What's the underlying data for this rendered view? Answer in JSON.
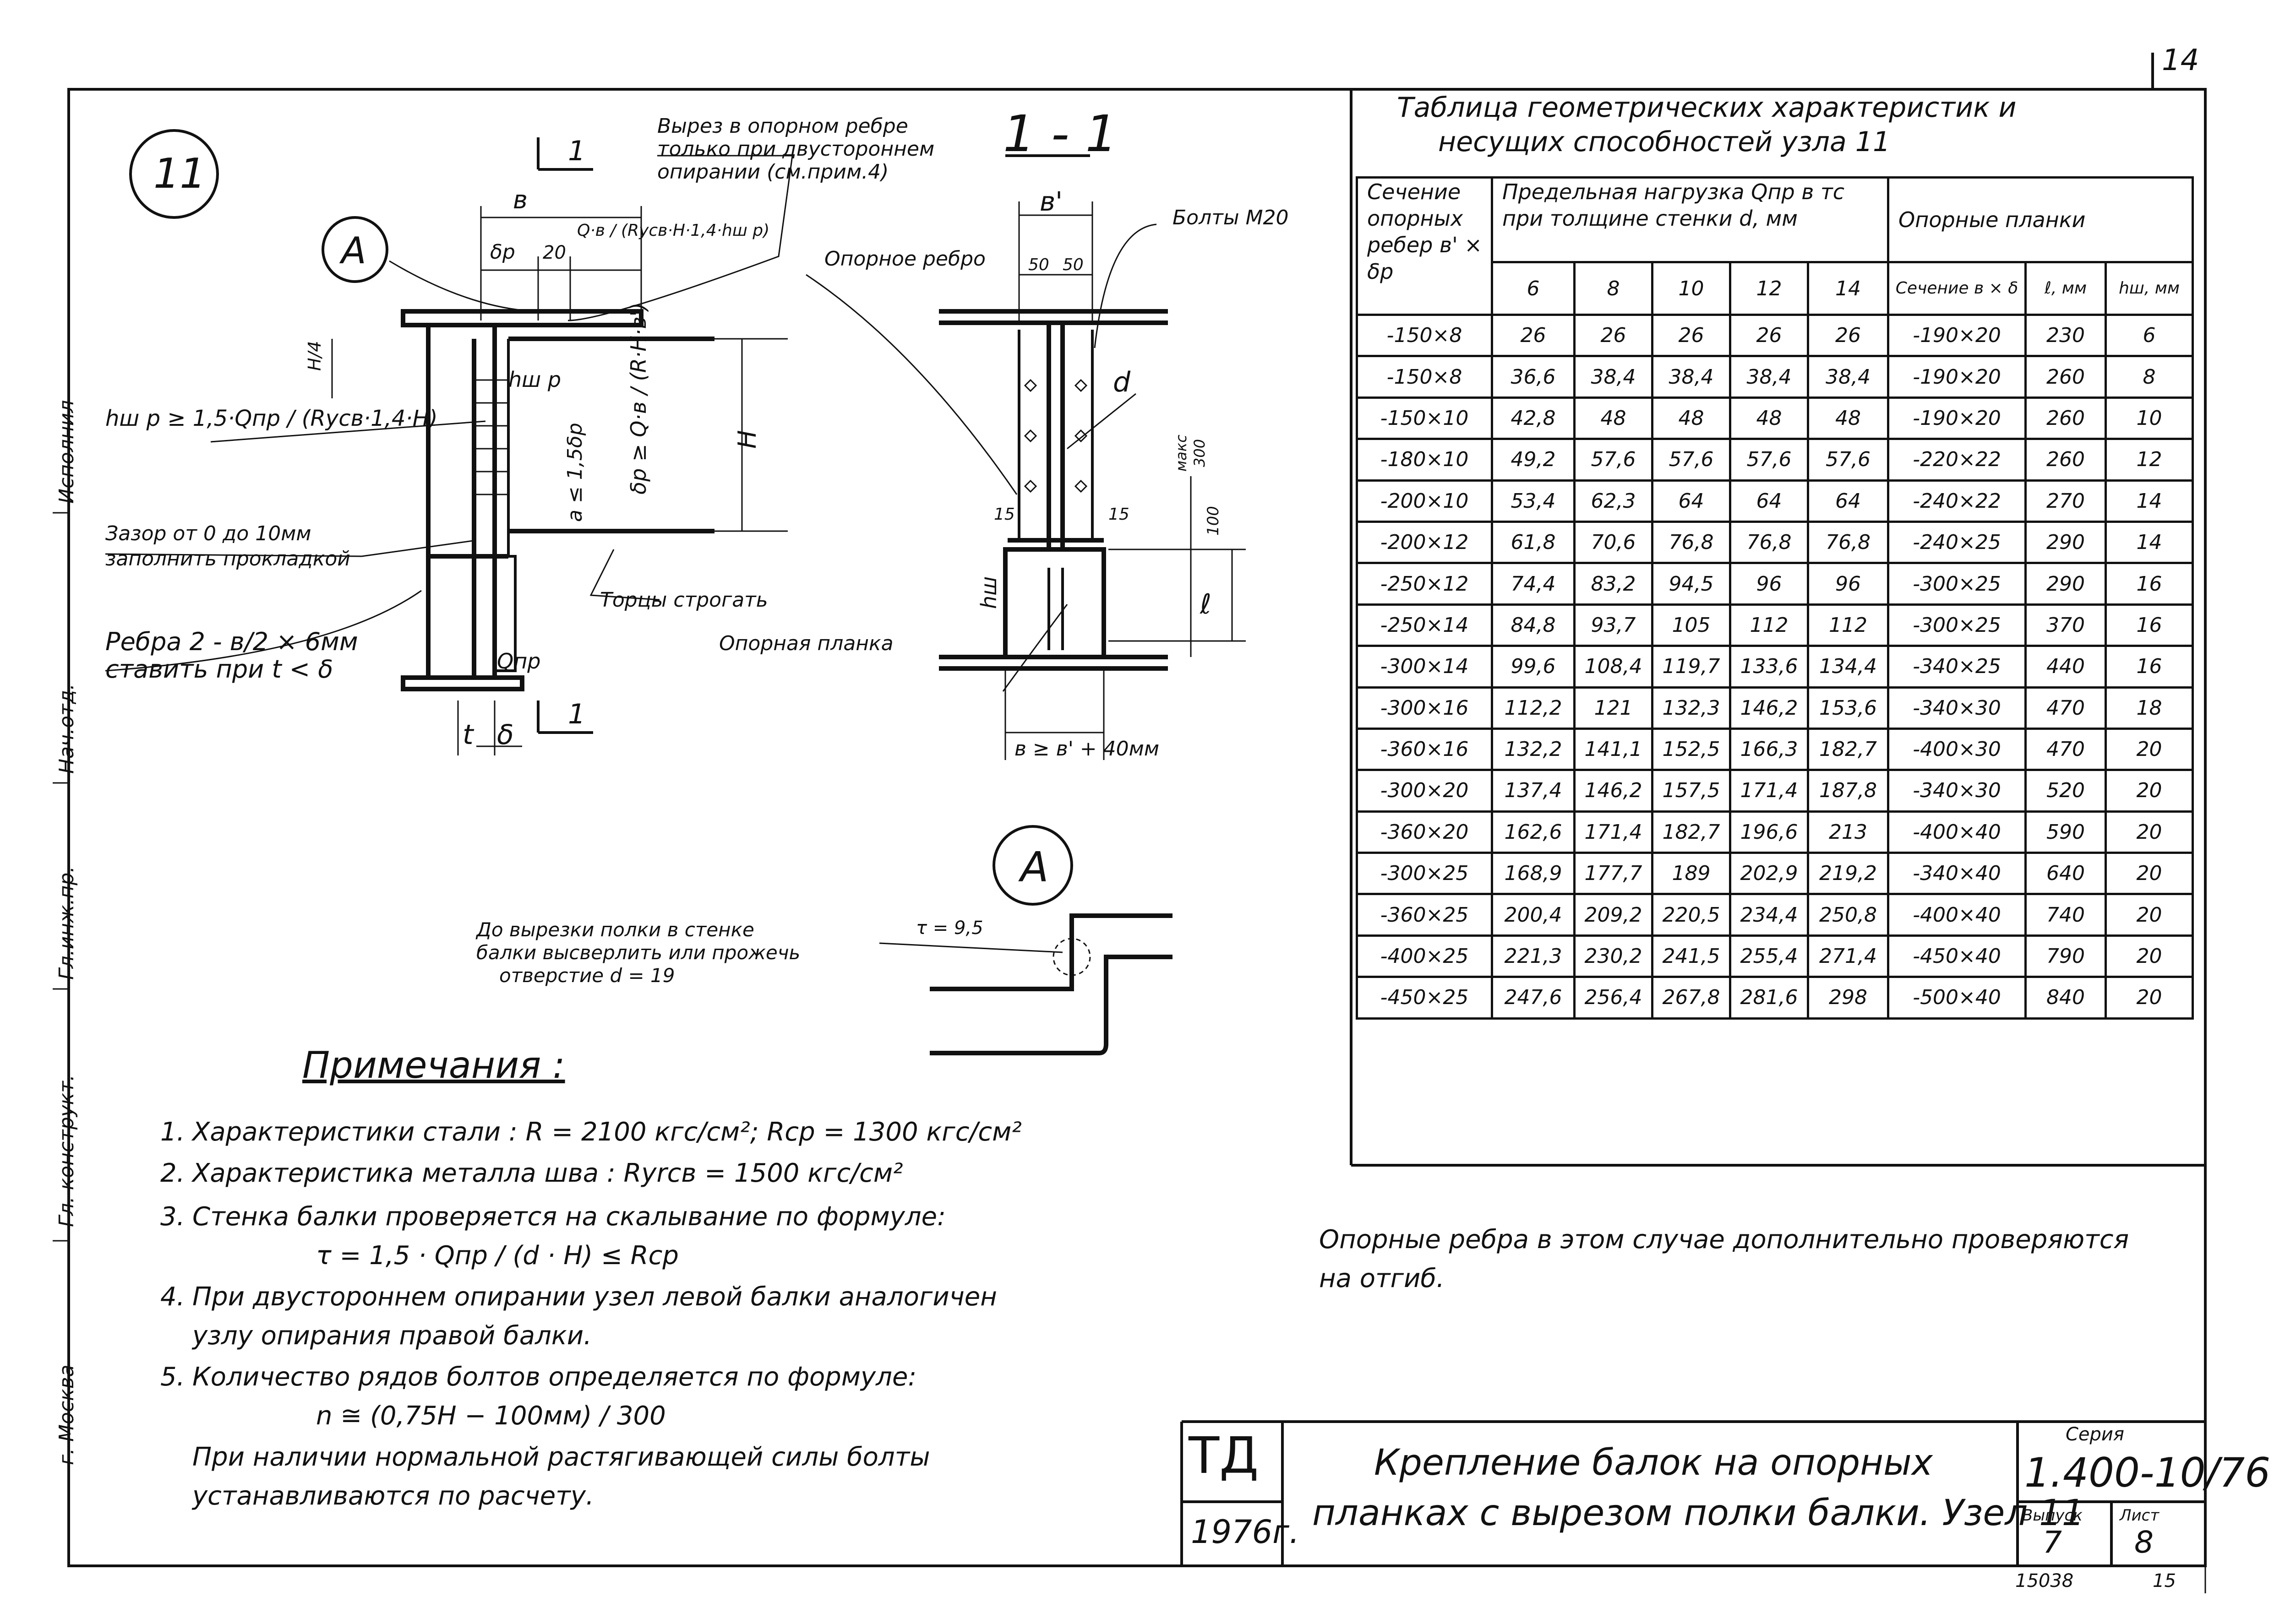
{
  "page_number": "14",
  "margin_labels": [
    "г. Москва",
    "Гл. конструкт.",
    "Гл.инж.пр.",
    "Нач.отд.",
    "Исполнил"
  ],
  "detail": {
    "node_label": "11",
    "callout_a": "А",
    "section_title": "1 - 1",
    "section_marker": "1",
    "callouts": {
      "cutout": [
        "Вырез в опорном ребре",
        "только при двустороннем",
        "опирании (см.прим.4)"
      ],
      "bolts": "Болты М20",
      "support_rib": "Опорное ребро",
      "gap": [
        "Зазор от 0 до 10мм",
        "заполнить прокладкой"
      ],
      "ends": "Торцы строгать",
      "ribs": [
        "Ребра 2 - в/2 × 6мм",
        "ставить при t < δ"
      ],
      "plate": "Опорная планка",
      "drill": [
        "До вырезки полки в стенке",
        "балки высверлить или прожечь",
        "отверстие d = 19"
      ]
    },
    "dims": {
      "b": "в",
      "b_prime": "в'",
      "delta_p": "δр",
      "d20": "20",
      "d50a": "50",
      "d50b": "50",
      "H": "Н",
      "H4": "Н/4",
      "d": "d",
      "hw": "hш",
      "hw_p": "hш р",
      "maks": "макс",
      "d300": "300",
      "d100": "100",
      "l": "ℓ",
      "t": "t",
      "delta": "δ",
      "d15a": "15",
      "d15b": "15",
      "a_le": "a ≤ 1,5δр",
      "bottom": "в ≥ в' + 40мм",
      "Qnp": "Qпр",
      "tau": "τ = 9,5"
    },
    "formulas": {
      "hw_left": "hш р ≥ 1,5·Qпр / (Ryсв·1,4·H)",
      "qb_top": "Q·в / (Ryсв·H·1,4·hш р)",
      "delta_p": "δр ≥ Q·в / (R·H·в')"
    }
  },
  "notes": {
    "title": "Примечания :",
    "items": [
      {
        "num": "1.",
        "text": "Характеристики   стали :  R = 2100 кгс/см²;  Rср = 1300 кгс/см²"
      },
      {
        "num": "2.",
        "text": "Характеристика   металла   шва :  Ryrсв = 1500 кгс/см²"
      },
      {
        "num": "3.",
        "text": "Стенка   балки   проверяется   на   скалывание   по формуле:"
      },
      {
        "num": "",
        "text": "τ = 1,5 · Qпр / (d · H) ≤ Rср"
      },
      {
        "num": "4.",
        "text": "При двустороннем опирании  узел  левой  балки  аналогичен"
      },
      {
        "num": "",
        "text": "узлу  опирания   правой  балки."
      },
      {
        "num": "5.",
        "text": "Количество  рядов  болтов  определяется  по  формуле:"
      },
      {
        "num": "",
        "text": "n ≅ (0,75H − 100мм) / 300"
      },
      {
        "num": "",
        "text": "При  наличии   нормальной   растягивающей   силы   болты"
      },
      {
        "num": "",
        "text": "устанавливаются    по  расчету."
      }
    ]
  },
  "table": {
    "title": [
      "Таблица   геометрических   характеристик   и",
      "несущих   способностей  узла 11"
    ],
    "col_section": "Сечение опорных ребер в' × δр",
    "col_load": "Предельная   нагрузка Qпр в тс  при   толщине стенки  d, мм",
    "col_plates": "Опорные    планки",
    "thicknesses": [
      "6",
      "8",
      "10",
      "12",
      "14"
    ],
    "plate_cols": [
      "Сечение в × δ",
      "ℓ, мм",
      "hш, мм"
    ],
    "rows": [
      [
        "-150×8",
        "26",
        "26",
        "26",
        "26",
        "26",
        "-190×20",
        "230",
        "6"
      ],
      [
        "-150×8",
        "36,6",
        "38,4",
        "38,4",
        "38,4",
        "38,4",
        "-190×20",
        "260",
        "8"
      ],
      [
        "-150×10",
        "42,8",
        "48",
        "48",
        "48",
        "48",
        "-190×20",
        "260",
        "10"
      ],
      [
        "-180×10",
        "49,2",
        "57,6",
        "57,6",
        "57,6",
        "57,6",
        "-220×22",
        "260",
        "12"
      ],
      [
        "-200×10",
        "53,4",
        "62,3",
        "64",
        "64",
        "64",
        "-240×22",
        "270",
        "14"
      ],
      [
        "-200×12",
        "61,8",
        "70,6",
        "76,8",
        "76,8",
        "76,8",
        "-240×25",
        "290",
        "14"
      ],
      [
        "-250×12",
        "74,4",
        "83,2",
        "94,5",
        "96",
        "96",
        "-300×25",
        "290",
        "16"
      ],
      [
        "-250×14",
        "84,8",
        "93,7",
        "105",
        "112",
        "112",
        "-300×25",
        "370",
        "16"
      ],
      [
        "-300×14",
        "99,6",
        "108,4",
        "119,7",
        "133,6",
        "134,4",
        "-340×25",
        "440",
        "16"
      ],
      [
        "-300×16",
        "112,2",
        "121",
        "132,3",
        "146,2",
        "153,6",
        "-340×30",
        "470",
        "18"
      ],
      [
        "-360×16",
        "132,2",
        "141,1",
        "152,5",
        "166,3",
        "182,7",
        "-400×30",
        "470",
        "20"
      ],
      [
        "-300×20",
        "137,4",
        "146,2",
        "157,5",
        "171,4",
        "187,8",
        "-340×30",
        "520",
        "20"
      ],
      [
        "-360×20",
        "162,6",
        "171,4",
        "182,7",
        "196,6",
        "213",
        "-400×40",
        "590",
        "20"
      ],
      [
        "-300×25",
        "168,9",
        "177,7",
        "189",
        "202,9",
        "219,2",
        "-340×40",
        "640",
        "20"
      ],
      [
        "-360×25",
        "200,4",
        "209,2",
        "220,5",
        "234,4",
        "250,8",
        "-400×40",
        "740",
        "20"
      ],
      [
        "-400×25",
        "221,3",
        "230,2",
        "241,5",
        "255,4",
        "271,4",
        "-450×40",
        "790",
        "20"
      ],
      [
        "-450×25",
        "247,6",
        "256,4",
        "267,8",
        "281,6",
        "298",
        "-500×40",
        "840",
        "20"
      ]
    ]
  },
  "ribs_note": [
    "Опорные   ребра   в   этом   случае   дополнительно   проверяются",
    "на   отгиб."
  ],
  "title_block": {
    "stamp": "ТД",
    "year": "1976г.",
    "title": [
      "Крепление    балок    на    опорных",
      "планках  с  вырезом  полки  балки. Узел 11"
    ],
    "series_label": "Серия",
    "series": "1.400-10/76",
    "issue_label": "Выпуск",
    "issue": "7",
    "sheet_label": "Лист",
    "sheet": "8"
  },
  "footer": {
    "code": "15038",
    "page": "15"
  }
}
